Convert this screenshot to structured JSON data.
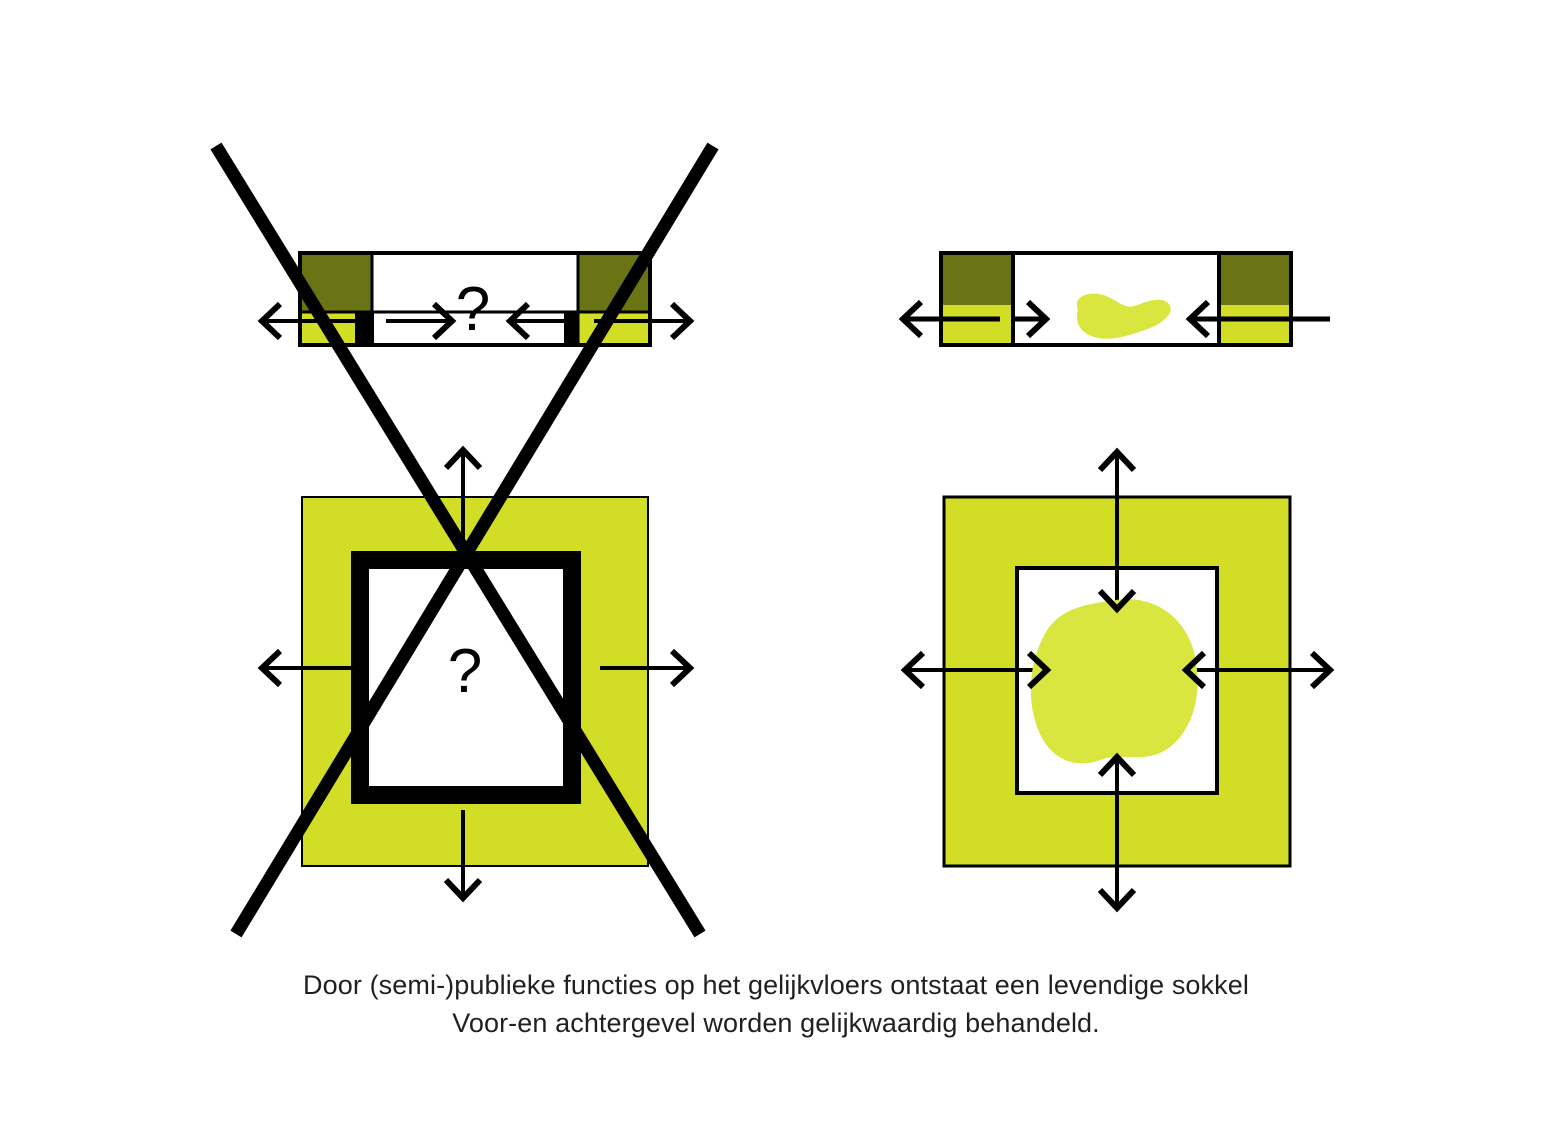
{
  "document": {
    "type": "architectural-concept-diagram",
    "background_color": "#ffffff",
    "language": "nl"
  },
  "caption": {
    "line1": "Door (semi-)publieke functies op het gelijkvloers ontstaat een levendige sokkel",
    "line2": "Voor-en achtergevel worden gelijkwaardig behandeld.",
    "color": "#231f20"
  },
  "colors": {
    "lime": "#d2dd26",
    "olive": "#6b7414",
    "black": "#000000",
    "white": "#ffffff",
    "blob_fill": "#d9e63f"
  },
  "panels": [
    {
      "id": "left",
      "label": "rejected-variant",
      "rejected": true,
      "cross_out": true,
      "section": {
        "label": "section-view-rejected",
        "question_mark": "?",
        "left_block_color": "#6b7414",
        "right_block_color": "#6b7414",
        "plinth_color": "#d2dd26",
        "interior_fill": "#ffffff",
        "arrows": [
          "outward-left",
          "inward-right",
          "inward-left",
          "outward-right"
        ]
      },
      "plan": {
        "label": "plan-view-rejected",
        "question_mark": "?",
        "outer_fill": "#d2dd26",
        "ring_color": "#000000",
        "ring_thickness": 18,
        "interior_fill": "#ffffff",
        "arrows": [
          "up",
          "down",
          "left",
          "right"
        ]
      }
    },
    {
      "id": "right",
      "label": "accepted-variant",
      "rejected": false,
      "cross_out": false,
      "section": {
        "label": "section-view-accepted",
        "left_block_color": "#6b7414",
        "right_block_color": "#6b7414",
        "plinth_color": "#d2dd26",
        "interior_fill": "#ffffff",
        "blob_fill": "#d9e63f",
        "arrows": [
          "outward-left",
          "inward-right",
          "inward-left",
          "outward-right"
        ]
      },
      "plan": {
        "label": "plan-view-accepted",
        "outer_fill": "#d2dd26",
        "border_color": "#000000",
        "interior_fill": "#ffffff",
        "blob_fill": "#d9e63f",
        "arrows": [
          "up",
          "down",
          "left",
          "right",
          "inward-top",
          "inward-bottom",
          "inward-left",
          "inward-right"
        ]
      }
    }
  ]
}
